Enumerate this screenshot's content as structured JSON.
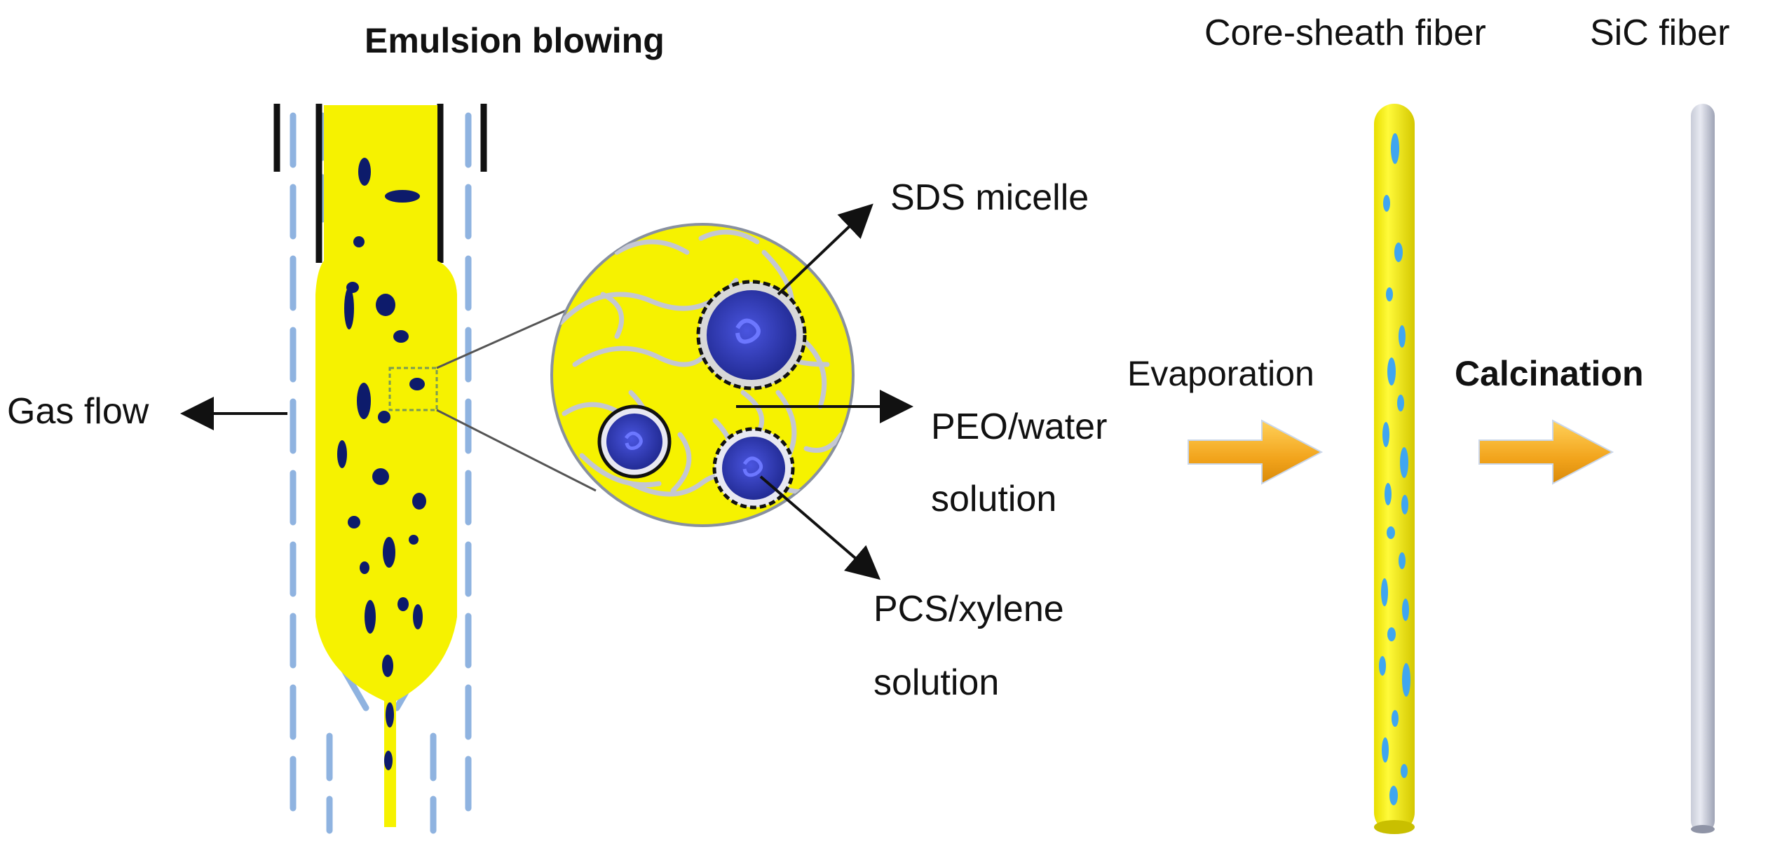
{
  "titles": {
    "emulsion_blowing": "Emulsion blowing",
    "core_sheath_fiber": "Core-sheath fiber",
    "sic_fiber": "SiC fiber"
  },
  "labels": {
    "gas_flow": "Gas flow",
    "sds_micelle": "SDS micelle",
    "peo_water_line1": "PEO/water",
    "peo_water_line2": "solution",
    "pcs_xylene_line1": "PCS/xylene",
    "pcs_xylene_line2": "solution"
  },
  "steps": {
    "evaporation": "Evaporation",
    "calcination": "Calcination"
  },
  "colors": {
    "emulsion_yellow": "#f6f200",
    "droplet_navy": "#0d1b6b",
    "gas_dash_blue": "#8fb3e0",
    "micelle_blue": "#2b35b8",
    "arrow_orange": "#f2a41c",
    "fiber_blue_inclusion": "#3fa6f0",
    "sic_gray": "#b8bccb"
  }
}
